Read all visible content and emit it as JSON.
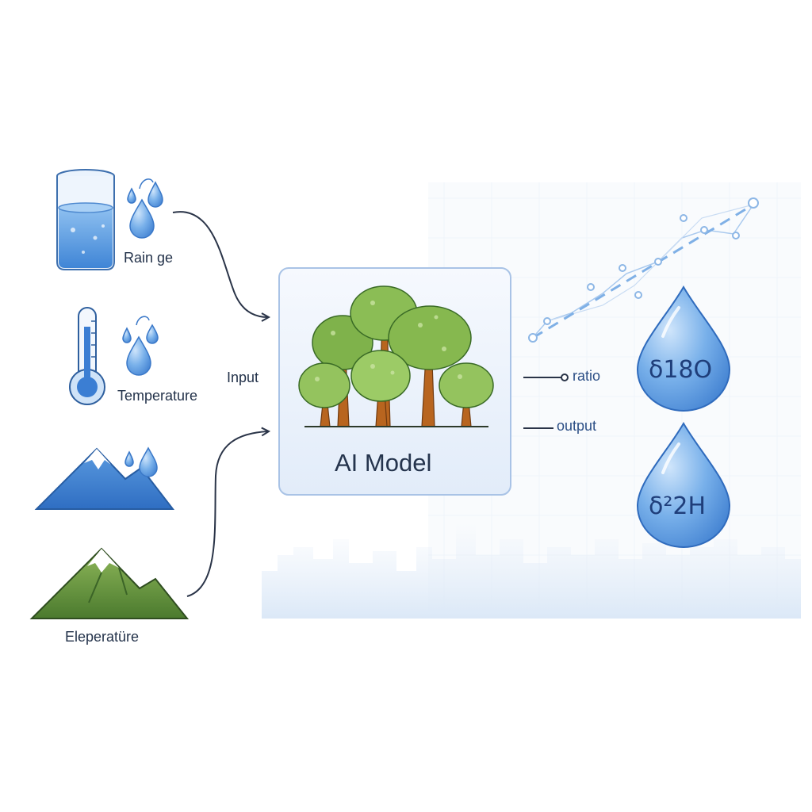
{
  "inputs": {
    "rain_label": "Rain ge",
    "temperature_label": "Temperature",
    "elevation_label": "Eleperatüre"
  },
  "flow": {
    "input_label": "Input",
    "ratio_label": "ratio",
    "output_label": "output"
  },
  "model": {
    "title": "AI Model"
  },
  "outputs": {
    "oxygen_isotope": "δ18O",
    "hydrogen_isotope": "δ²2H"
  },
  "colors": {
    "water_blue": "#4a90d9",
    "light_blue": "#cfe2f7",
    "tree_green": "#7cb342",
    "trunk_brown": "#b5651d",
    "mountain_green": "#6a9a3e",
    "text_dark": "#23324a"
  },
  "icons": {
    "rain": "rain-gauge-beaker-icon",
    "temperature": "thermometer-icon",
    "snow_mountain": "snowy-mountain-icon",
    "green_mountain": "green-mountain-icon",
    "model": "forest-trees-icon"
  }
}
